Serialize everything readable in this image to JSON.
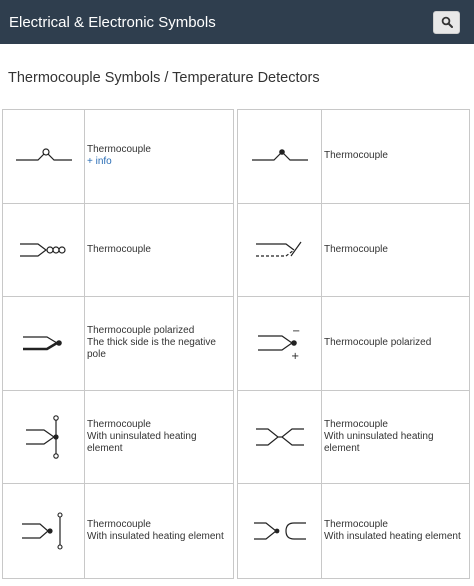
{
  "header": {
    "site_title": "Electrical & Electronic Symbols",
    "search_icon": "search-icon"
  },
  "page": {
    "title": "Thermocouple Symbols / Temperature Detectors"
  },
  "left_table": [
    {
      "symbol": "thermocouple-open-junction-symbol",
      "lines": [
        "Thermocouple"
      ],
      "link": "+ info"
    },
    {
      "symbol": "thermocouple-coil-symbol",
      "lines": [
        "Thermocouple"
      ]
    },
    {
      "symbol": "thermocouple-polarized-symbol",
      "lines": [
        "Thermocouple polarized",
        "The thick side is the negative",
        "pole"
      ]
    },
    {
      "symbol": "thermocouple-uninsulated-heater-symbol",
      "lines": [
        "Thermocouple",
        "With uninsulated heating",
        "element"
      ]
    },
    {
      "symbol": "thermocouple-insulated-heater-symbol",
      "lines": [
        "Thermocouple",
        "With insulated heating element"
      ]
    }
  ],
  "right_table": [
    {
      "symbol": "thermocouple-junction-dot-symbol",
      "lines": [
        "Thermocouple"
      ]
    },
    {
      "symbol": "thermocouple-dashed-symbol",
      "lines": [
        "Thermocouple"
      ]
    },
    {
      "symbol": "thermocouple-polarized-signs-symbol",
      "lines": [
        "Thermocouple polarized"
      ],
      "minus_sign": "−",
      "plus_sign": "+"
    },
    {
      "symbol": "thermocouple-uninsulated-heater-symbol-2",
      "lines": [
        "Thermocouple",
        "With uninsulated heating",
        "element"
      ]
    },
    {
      "symbol": "thermocouple-insulated-heater-symbol-2",
      "lines": [
        "Thermocouple",
        "With insulated heating element"
      ]
    }
  ]
}
